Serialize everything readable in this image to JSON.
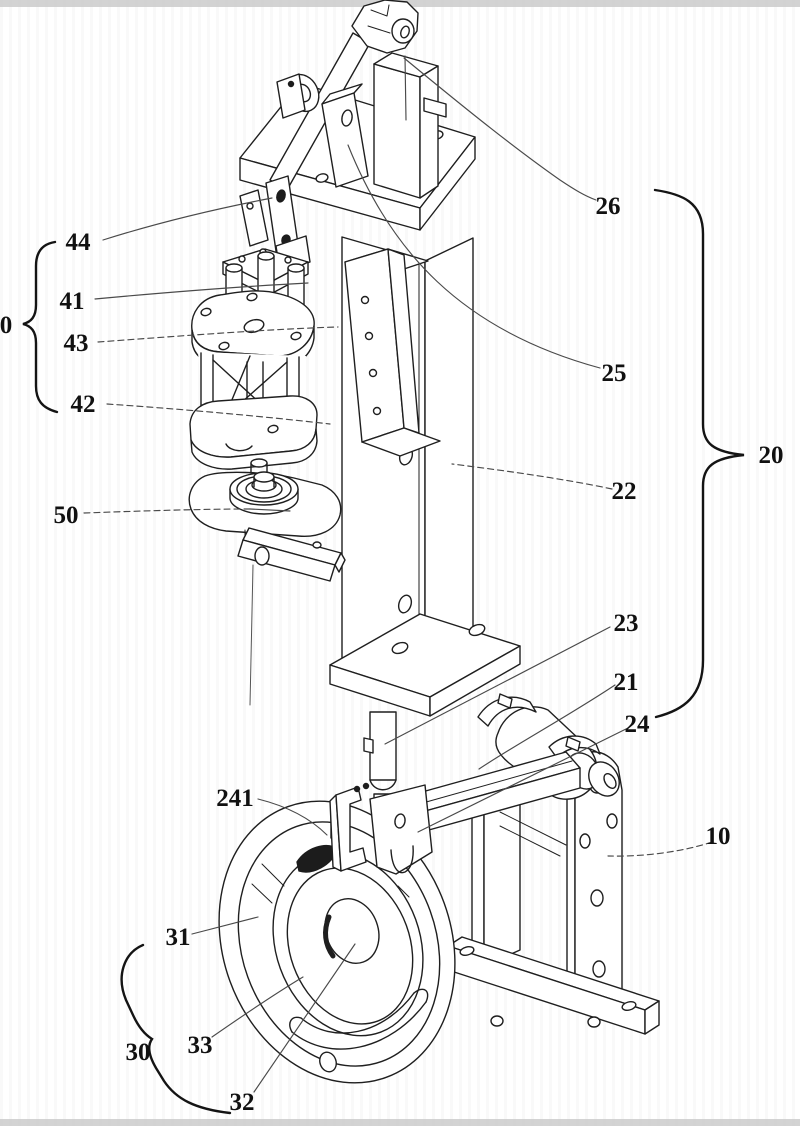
{
  "figure": {
    "kind": "patent-style isometric line drawing of a mechanical clamping and indexing apparatus",
    "colors": {
      "background": "#ffffff",
      "line": "#1f1f1f",
      "leader_line": "#4a4a4a",
      "label_text": "#111111",
      "scan_band": "#cbcbcb"
    },
    "reference_labels": [
      {
        "text": "44"
      },
      {
        "text": "41"
      },
      {
        "text": "43"
      },
      {
        "text": "42"
      },
      {
        "text": "0"
      },
      {
        "text": "50"
      },
      {
        "text": "26"
      },
      {
        "text": "25"
      },
      {
        "text": "22"
      },
      {
        "text": "20"
      },
      {
        "text": "23"
      },
      {
        "text": "21"
      },
      {
        "text": "24"
      },
      {
        "text": "10"
      },
      {
        "text": "241"
      },
      {
        "text": "31"
      },
      {
        "text": "30"
      },
      {
        "text": "33"
      },
      {
        "text": "32"
      }
    ]
  }
}
